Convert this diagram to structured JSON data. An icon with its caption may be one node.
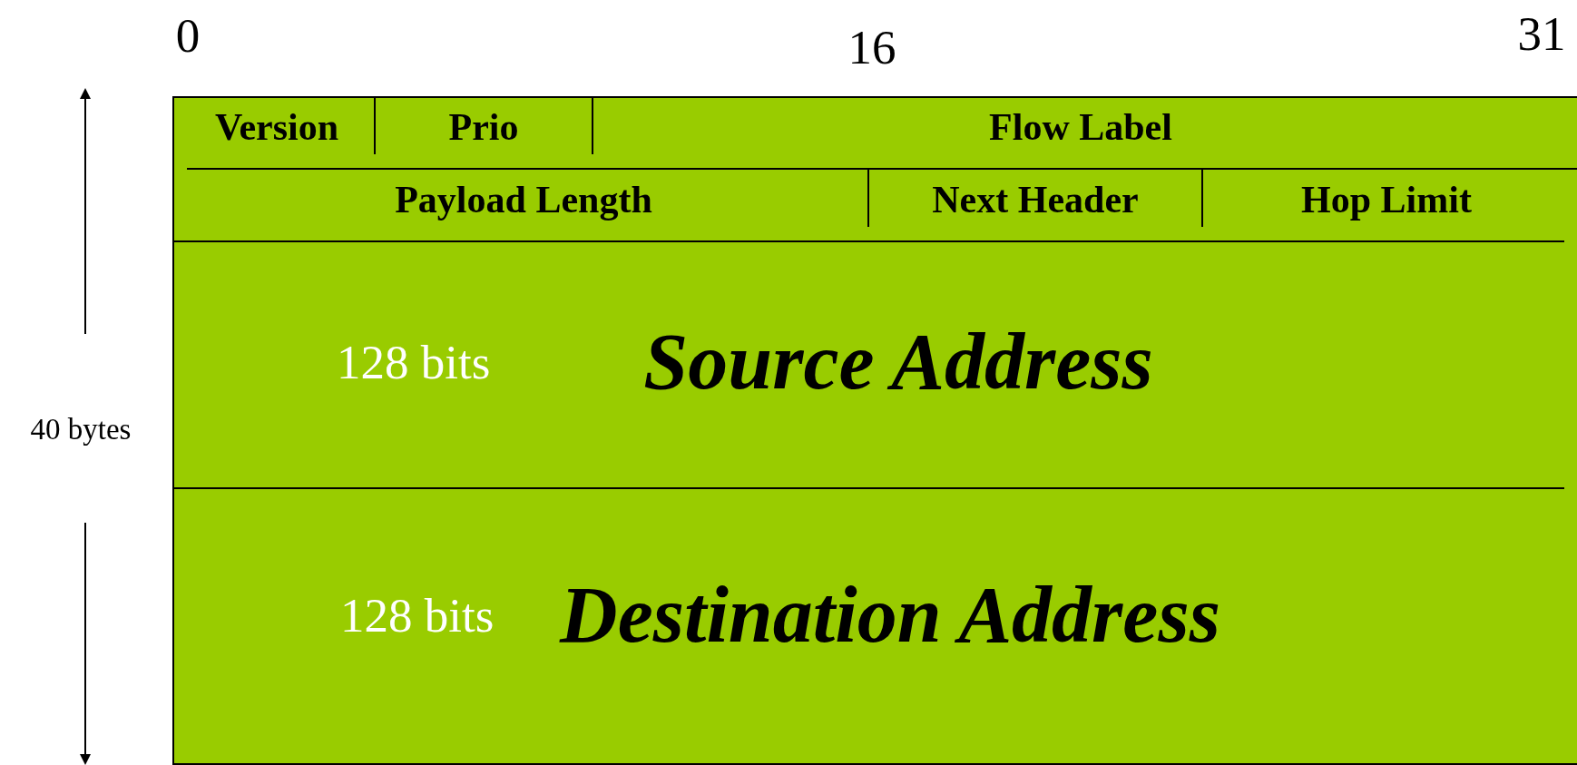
{
  "diagram": {
    "nodes": [
      {
        "text": [
          "Version"
        ]
      },
      {
        "text": [
          "Prio"
        ]
      },
      {
        "text": [
          "Flow Label"
        ]
      },
      {
        "text": [
          "Payload Length"
        ]
      },
      {
        "text": [
          "Next Header"
        ]
      },
      {
        "text": [
          "Hop Limit"
        ]
      },
      {
        "text": [
          "128 bits",
          "Source Address"
        ]
      },
      {
        "text": [
          "128 bits",
          "Destination Address"
        ]
      }
    ],
    "labels": [
      "0",
      "16",
      "31",
      "40 bytes"
    ]
  }
}
